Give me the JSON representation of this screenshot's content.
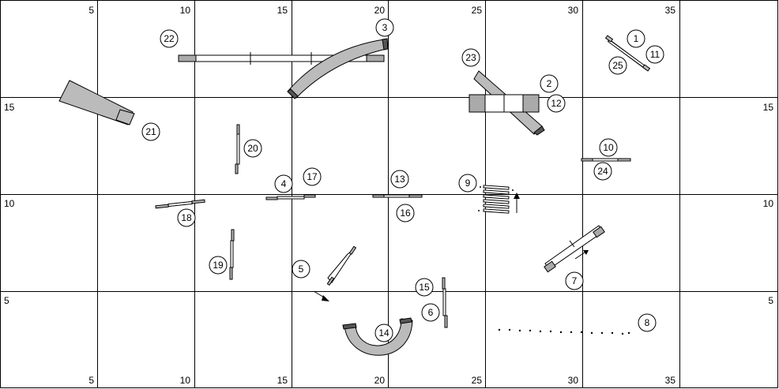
{
  "grid_labels": {
    "top": [
      "5",
      "10",
      "15",
      "20",
      "25",
      "30",
      "35"
    ],
    "bottom": [
      "5",
      "10",
      "15",
      "20",
      "25",
      "30",
      "35"
    ],
    "left": [
      "15",
      "10",
      "5"
    ],
    "right": [
      "15",
      "10",
      "5"
    ]
  },
  "obstacle_numbers": [
    "1",
    "2",
    "3",
    "4",
    "5",
    "6",
    "7",
    "8",
    "9",
    "10",
    "11",
    "12",
    "13",
    "14",
    "15",
    "16",
    "17",
    "18",
    "19",
    "20",
    "21",
    "22",
    "23",
    "24",
    "25"
  ],
  "colors": {
    "line": "#000000",
    "equipment_fill": "#bbbbbb",
    "background": "#ffffff"
  }
}
